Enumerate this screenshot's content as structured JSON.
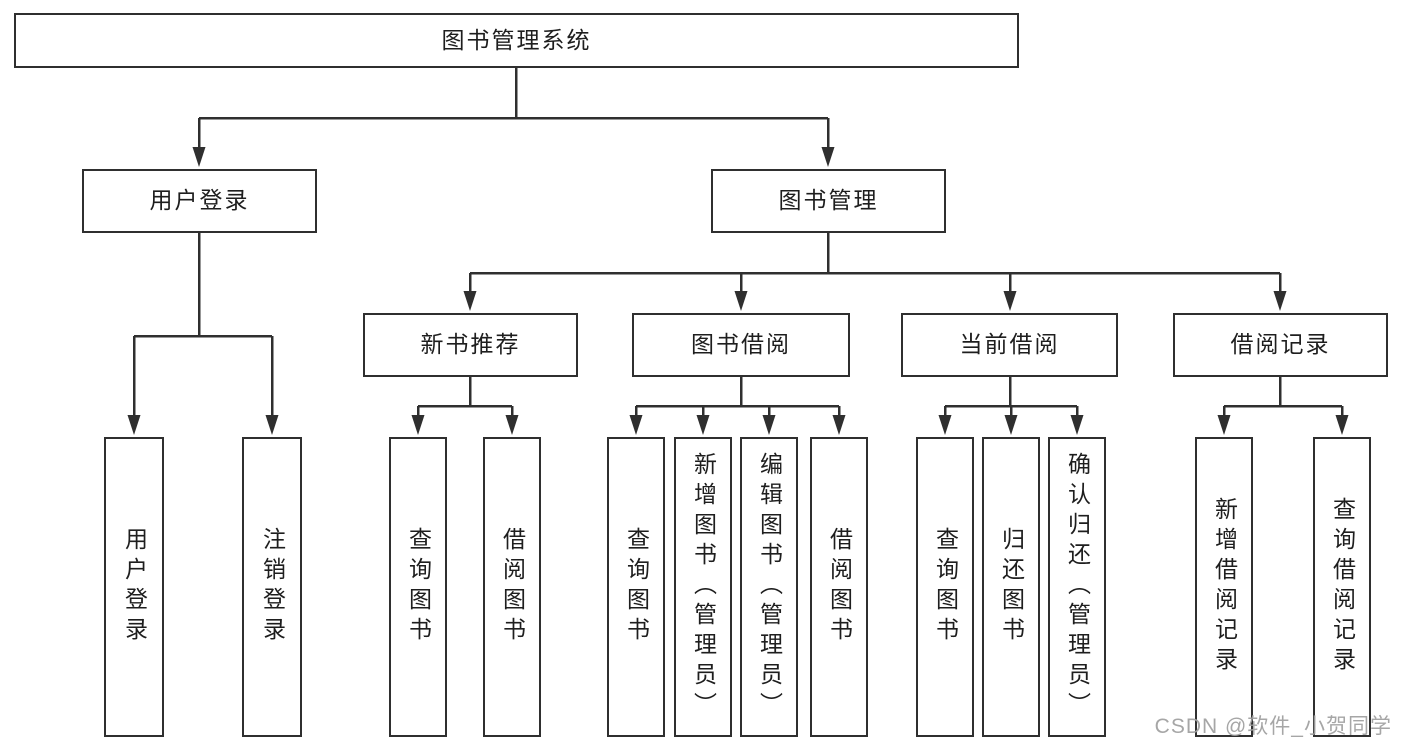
{
  "tree": {
    "root": {
      "label": "图书管理系统"
    },
    "branches": [
      {
        "label": "用户登录",
        "children": [
          {
            "label": "用户登录"
          },
          {
            "label": "注销登录"
          }
        ]
      },
      {
        "label": "图书管理",
        "children": [
          {
            "label": "新书推荐",
            "children": [
              {
                "label": "查询图书"
              },
              {
                "label": "借阅图书"
              }
            ]
          },
          {
            "label": "图书借阅",
            "children": [
              {
                "label": "查询图书"
              },
              {
                "label": "新增图书（管理员）"
              },
              {
                "label": "编辑图书（管理员）"
              },
              {
                "label": "借阅图书"
              }
            ]
          },
          {
            "label": "当前借阅",
            "children": [
              {
                "label": "查询图书"
              },
              {
                "label": "归还图书"
              },
              {
                "label": "确认归还（管理员）"
              }
            ]
          },
          {
            "label": "借阅记录",
            "children": [
              {
                "label": "新增借阅记录"
              },
              {
                "label": "查询借阅记录"
              }
            ]
          }
        ]
      }
    ]
  },
  "watermark": {
    "text": "CSDN @软件_小贺同学"
  },
  "colors": {
    "line": "#2f2f2f",
    "box_border": "#2f2f2f",
    "box_fill": "#ffffff",
    "label_text": "#1e1e1e",
    "watermark_text": "#9e9e9e"
  }
}
